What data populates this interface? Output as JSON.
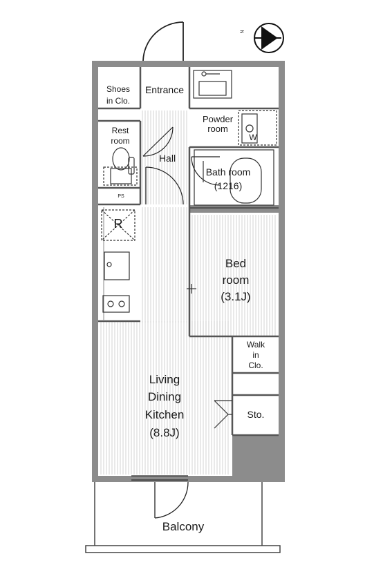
{
  "north": {
    "label": "N"
  },
  "rooms": {
    "shoes_line1": "Shoes",
    "shoes_line2": "in Clo.",
    "entrance": "Entrance",
    "powder_line1": "Powder",
    "powder_line2": "room",
    "washer_mark": "W",
    "rest_line1": "Rest",
    "rest_line2": "room",
    "hall": "Hall",
    "bath_line1": "Bath room",
    "bath_line2": "(1216)",
    "ps": "PS",
    "refrigerator_mark": "R",
    "bed_line1": "Bed",
    "bed_line2": "room",
    "bed_line3": "(3.1J)",
    "walk_line1": "Walk",
    "walk_line2": "in",
    "walk_line3": "Clo.",
    "ldk_line1": "Living",
    "ldk_line2": "Dining",
    "ldk_line3": "Kitchen",
    "ldk_line4": "(8.8J)",
    "storage": "Sto.",
    "balcony": "Balcony"
  }
}
